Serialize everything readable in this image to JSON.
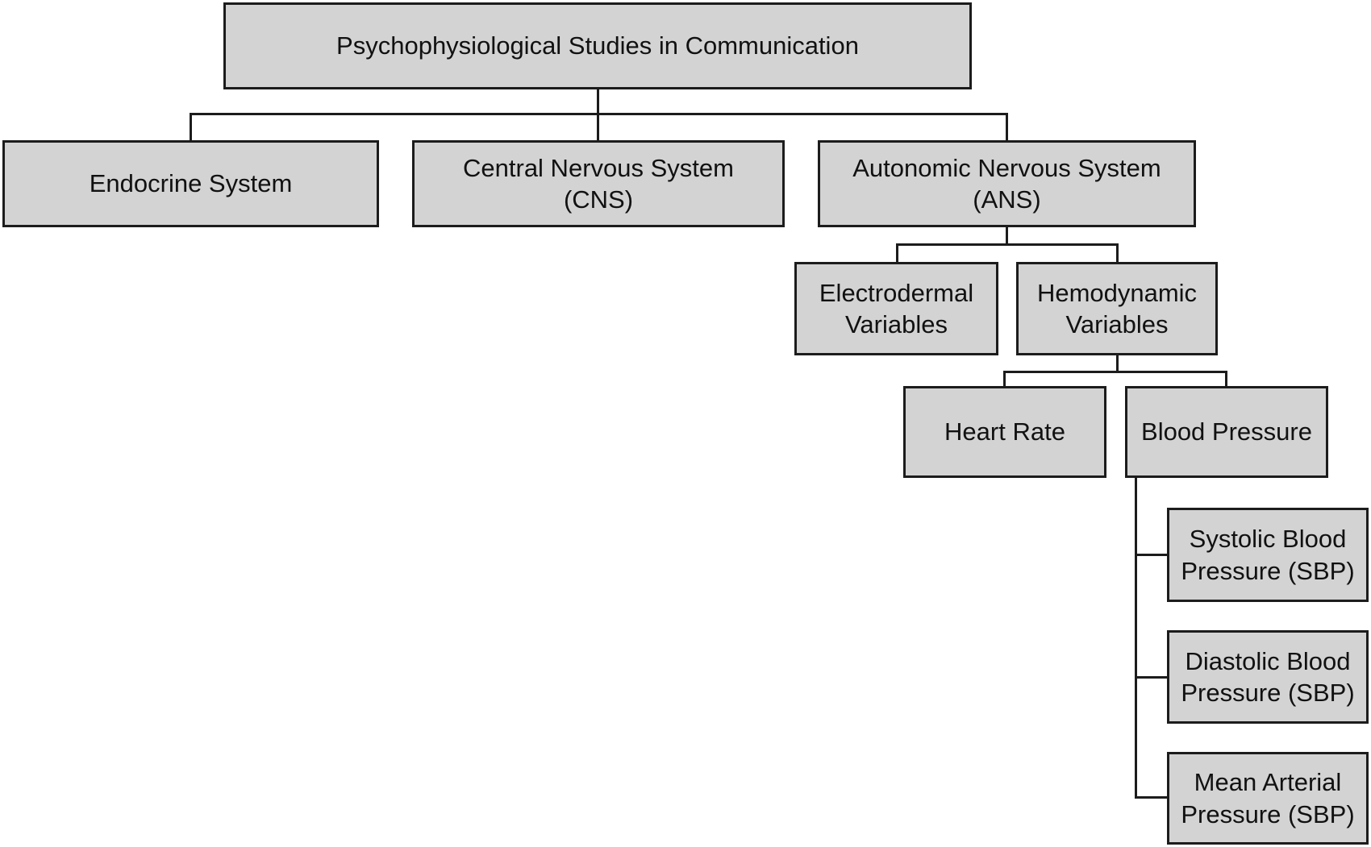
{
  "diagram": {
    "type": "tree-diagram",
    "colors": {
      "background": "#ffffff",
      "box_fill": "#d3d3d3",
      "box_border": "#1c1c1c",
      "line": "#1c1c1c",
      "text": "#111111"
    },
    "tree": {
      "root": {
        "label": "Psychophysiological Studies in Communication",
        "children": [
          {
            "label": "Endocrine System",
            "children": []
          },
          {
            "label": "Central Nervous System\n(CNS)",
            "children": []
          },
          {
            "label": "Autonomic Nervous System\n(ANS)",
            "children": [
              {
                "label": "Electrodermal\nVariables",
                "children": []
              },
              {
                "label": "Hemodynamic\nVariables",
                "children": [
                  {
                    "label": "Heart Rate",
                    "children": []
                  },
                  {
                    "label": "Blood Pressure",
                    "children": [
                      {
                        "label": "Systolic Blood\nPressure (SBP)"
                      },
                      {
                        "label": "Diastolic Blood\nPressure (SBP)"
                      },
                      {
                        "label": "Mean Arterial\nPressure (SBP)"
                      }
                    ]
                  }
                ]
              }
            ]
          }
        ]
      }
    }
  }
}
